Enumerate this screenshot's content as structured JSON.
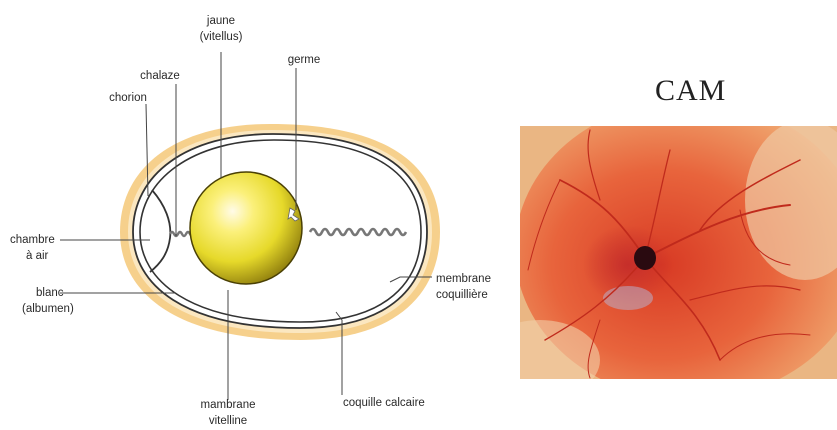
{
  "diagram": {
    "labels": {
      "jaune_line1": "jaune",
      "jaune_line2": "(vitellus)",
      "germe": "germe",
      "chalaze": "chalaze",
      "chorion": "chorion",
      "chambre_line1": "chambre",
      "chambre_line2": "à air",
      "blanc_line1": "blanc",
      "blanc_line2": "(albumen)",
      "membrane_line1": "membrane",
      "membrane_line2": "coquillière",
      "mambrane_line1": "mambrane",
      "mambrane_line2": "vitelline",
      "coquille": "coquille calcaire"
    },
    "colors": {
      "shell": "#f3c777",
      "yolk": "#e6d92a",
      "yolk_dark": "#8a7a0c",
      "line": "#333333"
    }
  },
  "photo": {
    "title": "CAM",
    "colors": {
      "background": "#e8b07a",
      "tissue": "#e0502c",
      "vessel": "#c42a1e",
      "embryo": "#2a0a10"
    }
  }
}
